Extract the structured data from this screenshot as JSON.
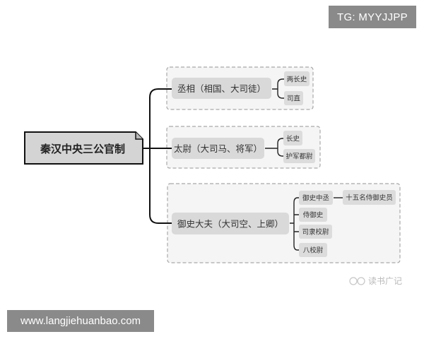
{
  "watermarks": {
    "tg": "TG: MYYJJPP",
    "url": "www.langjiehuanbao.com",
    "source_logo": "读书广记"
  },
  "diagram": {
    "root": "秦汉中央三公官制",
    "branches": [
      {
        "label": "丞相（相国、大司徒）",
        "children": [
          {
            "label": "两长史",
            "children": []
          },
          {
            "label": "司直",
            "children": []
          }
        ]
      },
      {
        "label": "太尉（大司马、将军）",
        "children": [
          {
            "label": "长史",
            "children": []
          },
          {
            "label": "护军都尉",
            "children": []
          }
        ]
      },
      {
        "label": "御史大夫（大司空、上卿）",
        "children": [
          {
            "label": "御史中丞",
            "children": [
              "十五名侍御史员"
            ]
          },
          {
            "label": "侍御史",
            "children": []
          },
          {
            "label": "司隶校尉",
            "children": []
          },
          {
            "label": "八校尉",
            "children": []
          }
        ]
      }
    ]
  }
}
